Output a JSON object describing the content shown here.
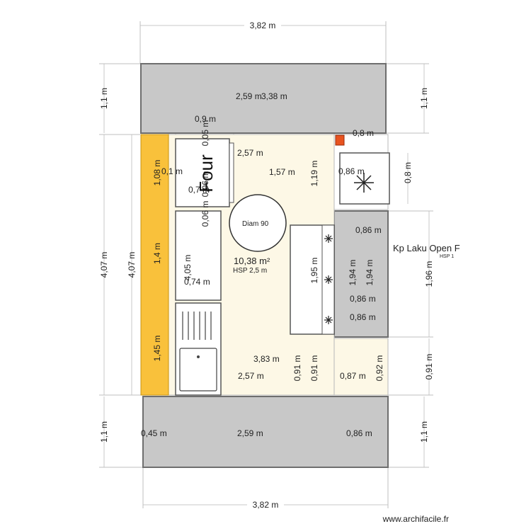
{
  "plan": {
    "room_area": "10,38 m²",
    "room_height": "HSP 2,5 m",
    "table_label": "Diam 90",
    "oven_label": "Four",
    "side_room_label": "Kp Laku Open F",
    "side_room_height": "HSP 1",
    "watermark": "www.archifacile.fr"
  },
  "dimensions": {
    "top_width": "3,82 m",
    "top_inner": "2,59 m",
    "top_inner2": "3,38 m",
    "left_top": "1,1 m",
    "right_top": "1,1 m",
    "fridge_top": "0,8 m",
    "oven_w": "0,9 m",
    "oven_d": "0,05 m",
    "oven_side": "0,1 m",
    "row_257": "2,57 m",
    "row_157": "1,57 m",
    "freezer_w": "0,86 m",
    "freezer_h": "0,8 m",
    "strip_108": "1,08 m",
    "v_119": "1,19 m",
    "oven_inner_w": "0,7 m",
    "oven_depth2": "0,06 m",
    "counter_h": "0,06 m",
    "left_407a": "4,07 m",
    "left_407b": "4,07 m",
    "strip_14": "1,4 m",
    "counter_405": "4,05 m",
    "counter_074": "0,74 m",
    "hob_195": "1,95 m",
    "wall_194a": "1,94 m",
    "wall_194b": "1,94 m",
    "side_196": "1,96 m",
    "w_086_1": "0,86 m",
    "w_086_2": "0,86 m",
    "w_086_3": "0,86 m",
    "strip_145": "1,45 m",
    "row_383": "3,83 m",
    "v_091a": "0,91 m",
    "v_091b": "0,91 m",
    "v_092": "0,92 m",
    "w_087": "0,87 m",
    "right_091": "0,91 m",
    "row_257b": "2,57 m",
    "bot_045": "0,45 m",
    "bot_259": "2,59 m",
    "bot_086": "0,86 m",
    "left_bottom": "1,1 m",
    "right_bottom": "1,1 m",
    "bottom_width": "3,82 m"
  },
  "colors": {
    "wall": "#c8c8c8",
    "floor": "#fdf8e6",
    "strip": "#f9c13b",
    "marker": "#e8531f"
  }
}
